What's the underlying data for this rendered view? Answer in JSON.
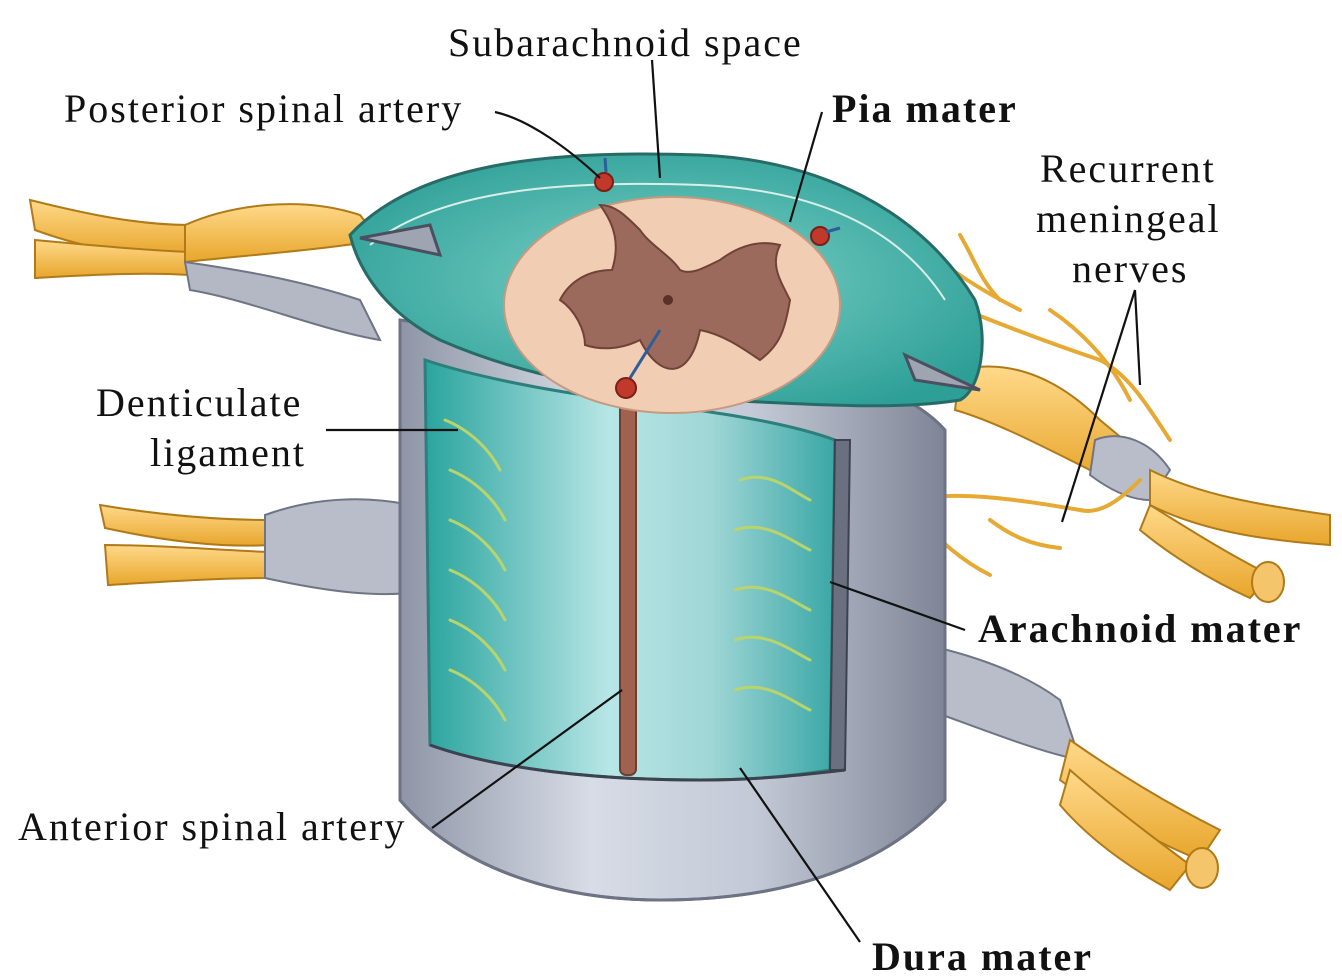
{
  "labels": {
    "subarachnoid_space": "Subarachnoid space",
    "posterior_spinal_artery": "Posterior spinal artery",
    "pia_mater": "Pia mater",
    "recurrent_meningeal_line1": "Recurrent",
    "recurrent_meningeal_line2": "meningeal",
    "recurrent_meningeal_line3": "nerves",
    "denticulate_line1": "Denticulate",
    "denticulate_line2": "ligament",
    "arachnoid_mater": "Arachnoid mater",
    "anterior_spinal_artery": "Anterior spinal artery",
    "dura_mater": "Dura mater"
  },
  "colors": {
    "nerve": "#f3b63e",
    "nerve_dark": "#c98a1c",
    "dura": "#b9bfcc",
    "dura_dark": "#7f8696",
    "arachnoid": "#3fb7b0",
    "arachnoid_light": "#8fd9d3",
    "white_matter": "#f1cdb3",
    "gray_matter": "#9c6a5c",
    "artery": "#c0392b"
  }
}
